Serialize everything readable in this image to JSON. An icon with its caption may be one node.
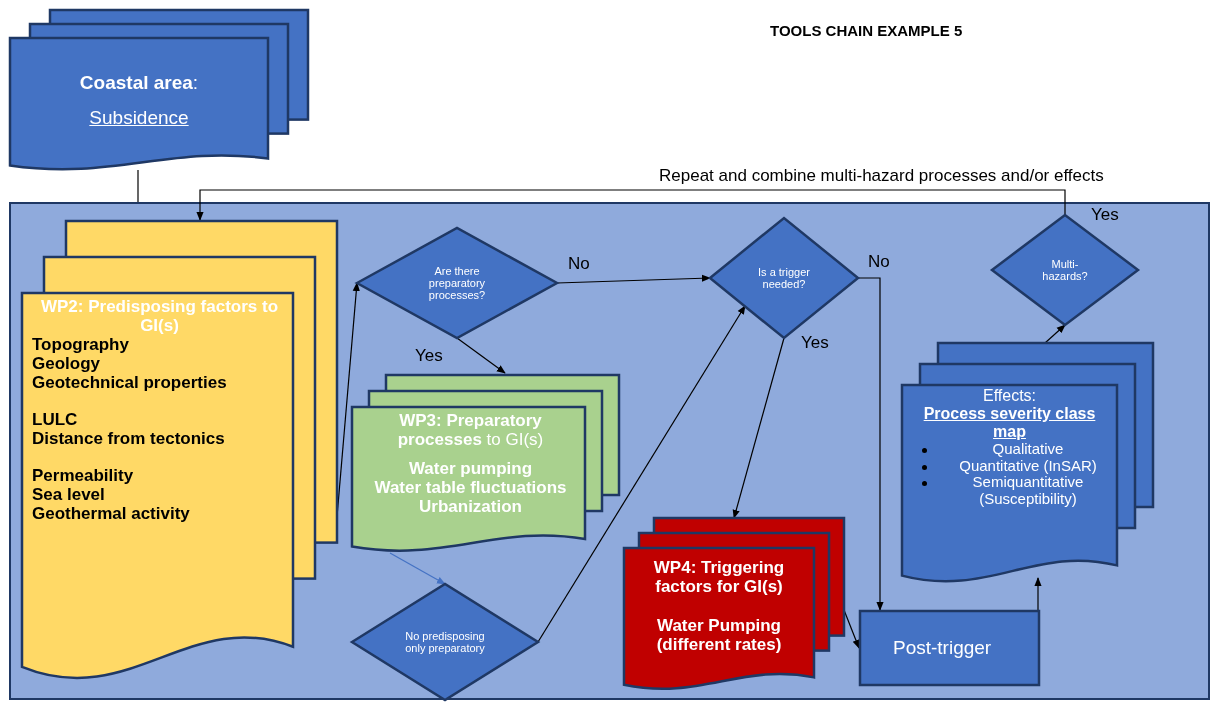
{
  "diagram": {
    "title": "TOOLS CHAIN EXAMPLE 5",
    "nodes": [
      {
        "text": [
          "**Coastal area**:",
          "Subsidence"
        ]
      },
      {
        "text": [],
        "shape": "box"
      },
      {
        "text": [
          "WP2: Predisposing factors to GI(s)",
          "Topography",
          "Geology",
          "Geotechnical properties",
          "LULC",
          "Distance from tectonics",
          "Permeability",
          "Sea level",
          "Geothermal activity"
        ],
        "in": 1
      },
      {
        "text": [
          "Are there preparatory processes?"
        ],
        "in": 1
      },
      {
        "text": [
          "Is a trigger needed?"
        ],
        "in": 1
      },
      {
        "text": [
          "Multi-hazards?"
        ],
        "in": 1
      },
      {
        "text": [
          "**WP3: Preparatory processes** to GI(s)",
          "Water pumping",
          "Water table fluctuations",
          "Urbanization"
        ],
        "in": 1
      },
      {
        "text": [
          "Effects:",
          "Process severity class map",
          "Qualitative",
          "Quantitative (InSAR)",
          "Semiquantitative (Susceptibility)"
        ],
        "in": 1
      },
      {
        "text": [
          "No predisposing only preparatory"
        ],
        "in": 1
      },
      {
        "text": [
          "WP4: Triggering factors for GI(s)",
          "Water Pumping (different rates)"
        ],
        "in": 1
      },
      {
        "text": [
          "Post-trigger"
        ],
        "in": 1
      }
    ],
    "edges": [
      {
        "from": 0,
        "to": 1,
        "arrow": "none"
      },
      {
        "from": 2,
        "to": 3,
        "arrow": "to"
      },
      {
        "from": 3,
        "to": 4,
        "arrow": "to",
        "label": "No"
      },
      {
        "from": 3,
        "to": 6,
        "arrow": "to",
        "label": "Yes"
      },
      {
        "from": 6,
        "to": 8,
        "arrow": "to",
        "color": "#4472c4"
      },
      {
        "from": 8,
        "to": 4,
        "arrow": "to"
      },
      {
        "from": 4,
        "to": 9,
        "arrow": "to",
        "label": "Yes"
      },
      {
        "from": 4,
        "to": 10,
        "arrow": "to",
        "label": "No"
      },
      {
        "from": 9,
        "to": 10,
        "arrow": "to"
      },
      {
        "from": 10,
        "to": 7,
        "arrow": "to"
      },
      {
        "from": 7,
        "to": 5,
        "arrow": "to"
      },
      {
        "from": 5,
        "to": 2,
        "arrow": "to",
        "label": "Repeat and combine multi-hazard processes and/or effects"
      }
    ],
    "labels": [
      "Yes"
    ]
  }
}
